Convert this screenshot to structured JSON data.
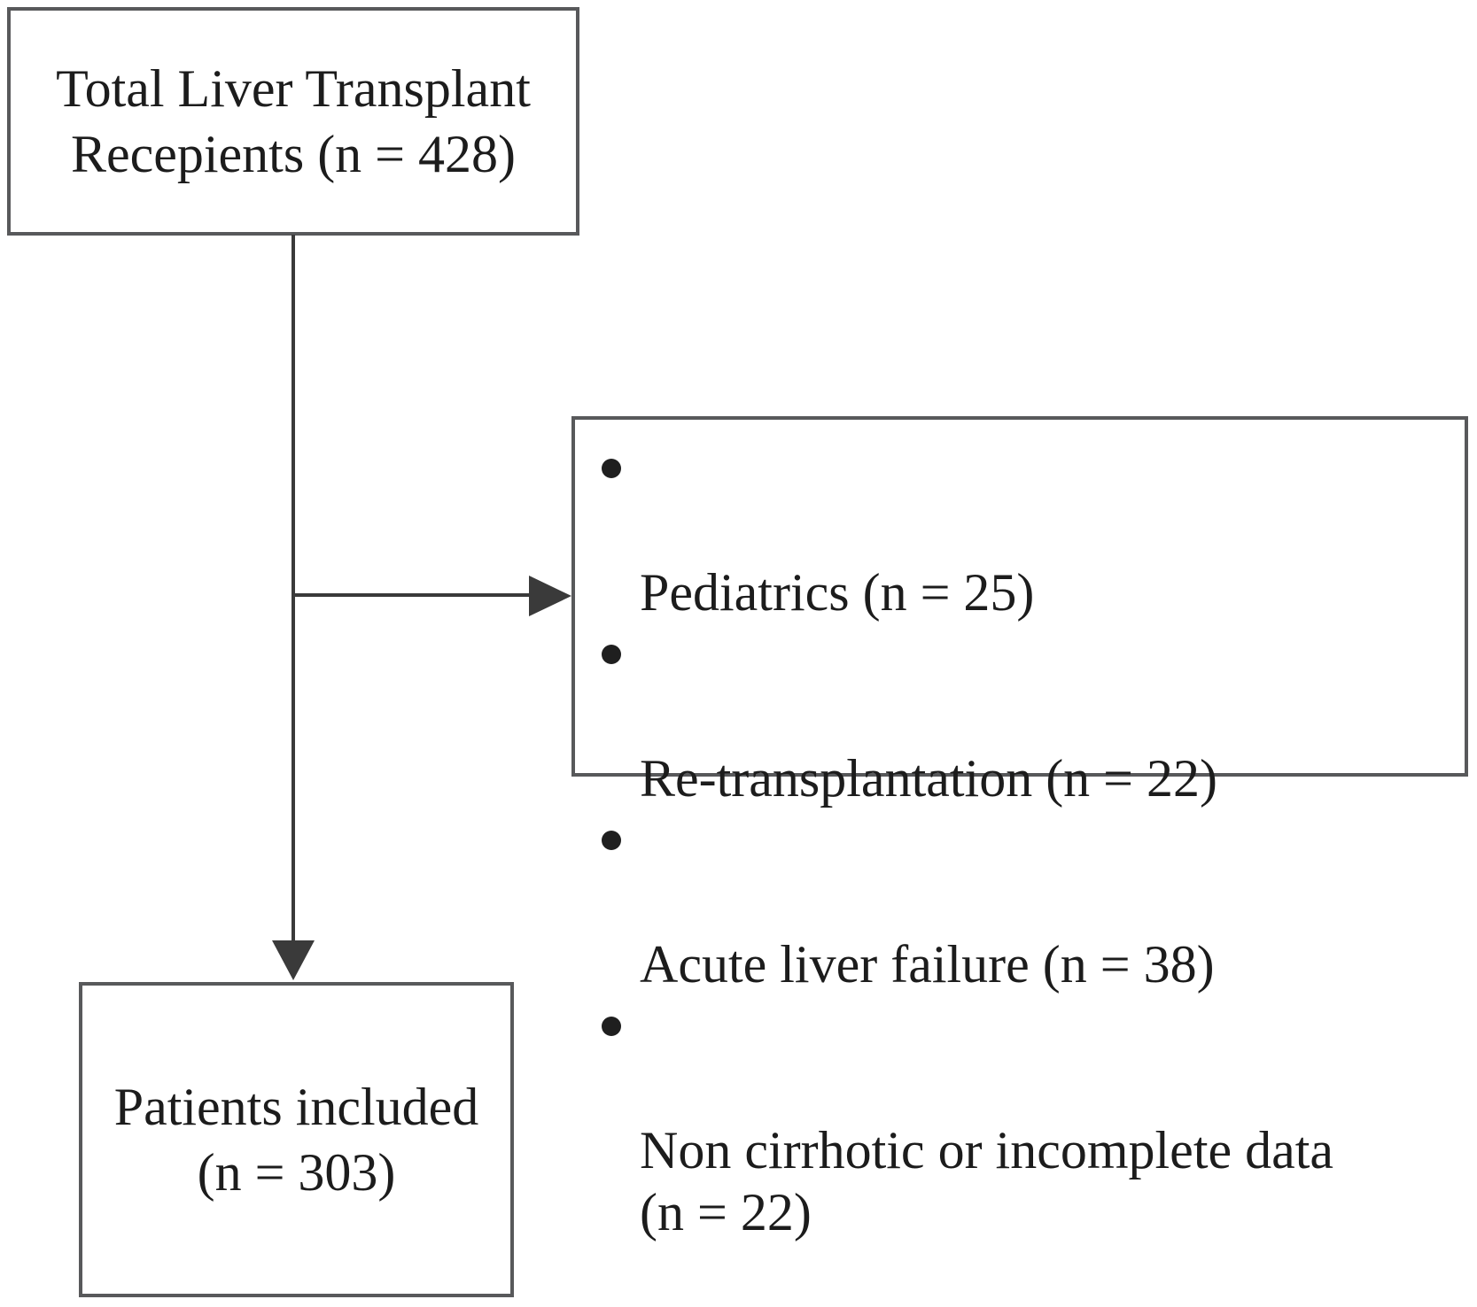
{
  "diagram": {
    "title": "Liver transplant recipients inclusion flowchart",
    "top_box": {
      "text": "Total Liver Transplant\nRecepients (n = 428)",
      "n": 428
    },
    "exclusion_box": {
      "items": [
        "Pediatrics (n = 25)",
        "Re-transplantation (n = 22)",
        "Acute liver failure (n = 38)",
        "Non cirrhotic or incomplete data\n(n = 22)"
      ],
      "counts": [
        25,
        22,
        38,
        22
      ]
    },
    "bottom_box": {
      "text": "Patients included\n(n = 303)",
      "n": 303
    },
    "colors": {
      "border": "#58595b",
      "line": "#3a3a3a",
      "text": "#1c1c1c",
      "background": "#ffffff"
    }
  }
}
